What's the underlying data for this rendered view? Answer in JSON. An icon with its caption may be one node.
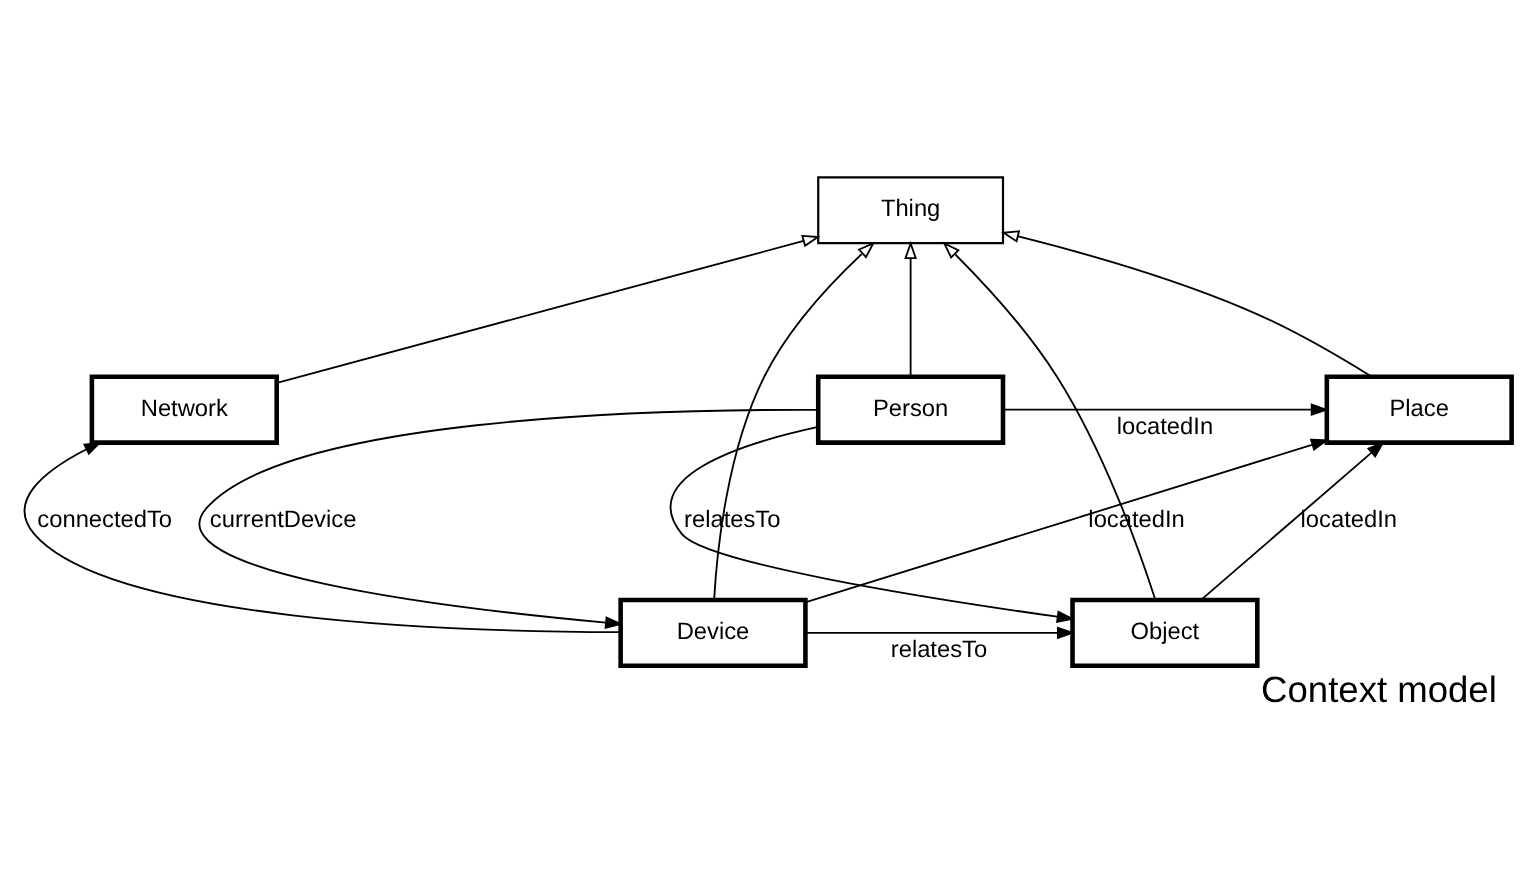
{
  "diagram": {
    "caption": "Context model",
    "nodes": [
      {
        "text": [
          "Thing"
        ]
      },
      {
        "text": [
          "Network"
        ]
      },
      {
        "text": [
          "Person"
        ]
      },
      {
        "text": [
          "Place"
        ]
      },
      {
        "text": [
          "Device"
        ]
      },
      {
        "text": [
          "Object"
        ]
      }
    ],
    "edges": [
      {
        "from": 1,
        "to": 0,
        "arrow": "to"
      },
      {
        "from": 4,
        "to": 0,
        "arrow": "to"
      },
      {
        "from": 2,
        "to": 0,
        "arrow": "to"
      },
      {
        "from": 5,
        "to": 0,
        "arrow": "to"
      },
      {
        "from": 3,
        "to": 0,
        "arrow": "to"
      },
      {
        "from": 2,
        "to": 3,
        "arrow": "to",
        "label": "locatedIn"
      },
      {
        "from": 2,
        "to": 4,
        "arrow": "to",
        "label": "currentDevice"
      },
      {
        "from": 2,
        "to": 5,
        "arrow": "to",
        "label": "relatesTo"
      },
      {
        "from": 4,
        "to": 1,
        "arrow": "to",
        "label": "connectedTo"
      },
      {
        "from": 4,
        "to": 3,
        "arrow": "to",
        "label": "locatedIn"
      },
      {
        "from": 5,
        "to": 3,
        "arrow": "to",
        "label": "locatedIn"
      },
      {
        "from": 4,
        "to": 5,
        "arrow": "to",
        "label": "relatesTo"
      }
    ]
  }
}
